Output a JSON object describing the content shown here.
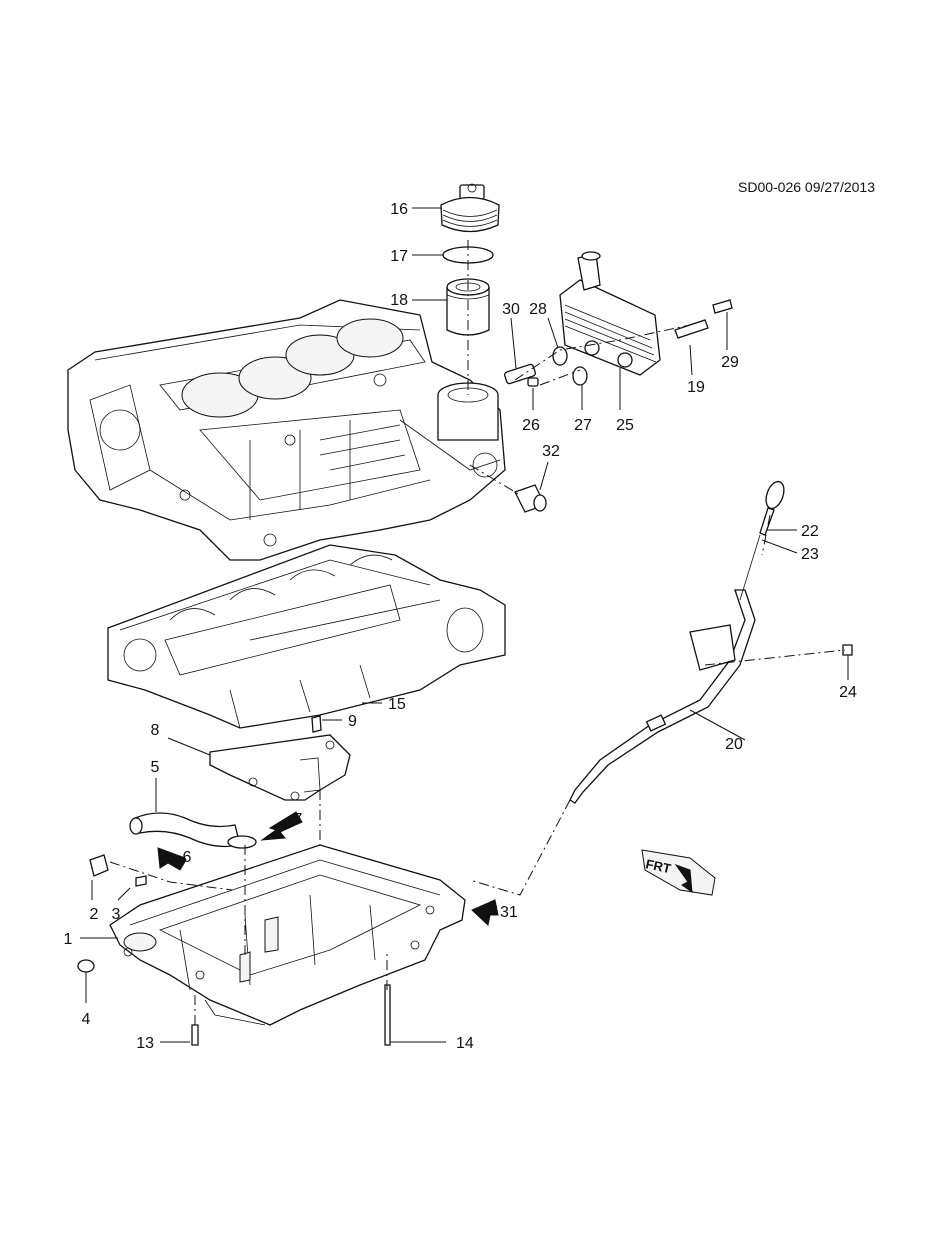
{
  "document_id": "SD00-026 09/27/2013",
  "front_indicator": "FRT",
  "callouts": [
    "1",
    "2",
    "3",
    "4",
    "5",
    "6",
    "7",
    "8",
    "9",
    "13",
    "14",
    "15",
    "16",
    "17",
    "18",
    "19",
    "20",
    "22",
    "23",
    "24",
    "25",
    "26",
    "27",
    "28",
    "29",
    "30",
    "31",
    "32"
  ]
}
